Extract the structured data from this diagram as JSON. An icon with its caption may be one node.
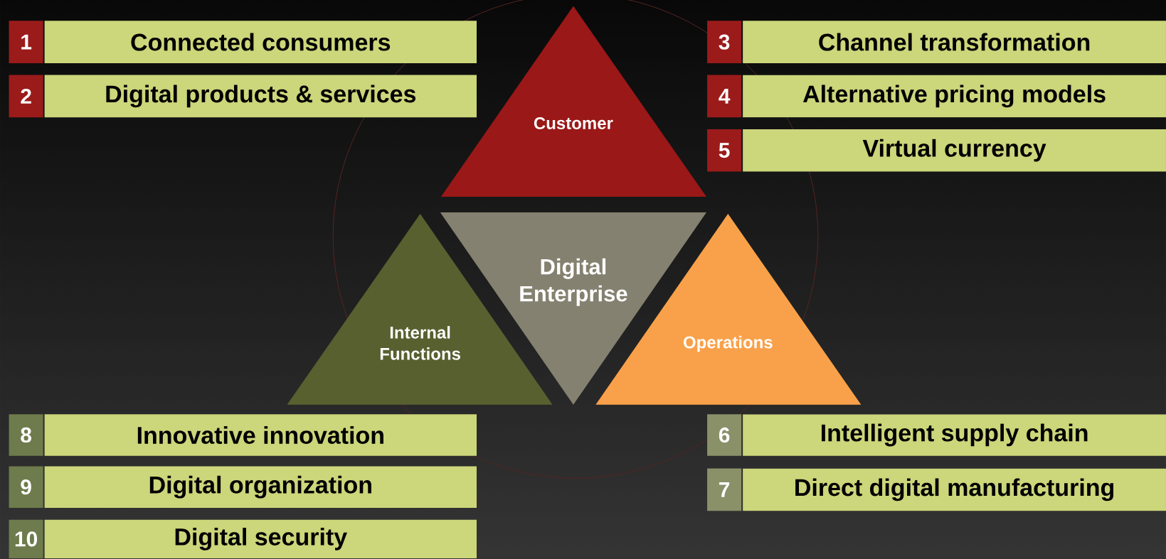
{
  "diagram": {
    "nodes": [
      {
        "text": [
          "1",
          "Connected consumers"
        ]
      },
      {
        "text": [
          "3",
          "Channel transformation"
        ]
      },
      {
        "text": [
          "2",
          "Digital products & services"
        ]
      },
      {
        "text": [
          "4",
          "Alternative pricing models"
        ]
      },
      {
        "text": [
          "5",
          "Virtual currency"
        ]
      },
      {
        "text": [
          "Customer"
        ]
      },
      {
        "text": [
          "Digital Enterprise"
        ]
      },
      {
        "text": [
          "Internal Functions"
        ]
      },
      {
        "text": [
          "Operations"
        ]
      },
      {
        "text": [
          "8",
          "Innovative innovation"
        ]
      },
      {
        "text": [
          "6",
          "Intelligent supply chain"
        ]
      },
      {
        "text": [
          "9",
          "Digital organization"
        ]
      },
      {
        "text": [
          "7",
          "Direct digital manufacturing"
        ]
      },
      {
        "text": [
          "10",
          "Digital security"
        ]
      }
    ]
  }
}
